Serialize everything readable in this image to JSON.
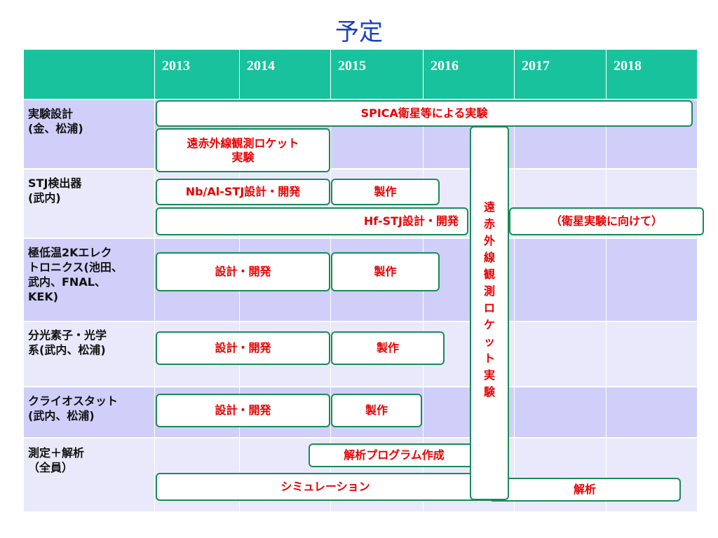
{
  "title": "予定",
  "years": [
    "2013",
    "2014",
    "2015",
    "2016",
    "2017",
    "2018"
  ],
  "rows": [
    {
      "label": "実験設計\n(金、松浦)"
    },
    {
      "label": "STJ検出器\n(武内)"
    },
    {
      "label": "極低温2Kエレク\nトロニクス(池田、\n武内、FNAL、\nKEK)"
    },
    {
      "label": "分光素子・光学\n系(武内、松浦)"
    },
    {
      "label": "クライオスタット\n(武内、松浦)"
    },
    {
      "label": "測定＋解析\n（全員）"
    }
  ],
  "bars": {
    "spica": "SPICA衛星等による実験",
    "rocket_exp": "遠赤外線観測ロケット\n実験",
    "nbal": "Nb/Al-STJ設計・開発",
    "stj_make": "製作",
    "hf": "Hf-STJ設計・開発",
    "hf_note": "（衛星実験に向けて）",
    "elec_design": "設計・開発",
    "elec_make": "製作",
    "optics_design": "設計・開発",
    "optics_make": "製作",
    "cryo_design": "設計・開発",
    "cryo_make": "製作",
    "program": "解析プログラム作成",
    "simulation": "シミュレーション",
    "analysis": "解析",
    "rocket_vertical": "遠赤外線観測ロケット実験"
  },
  "colors": {
    "header": "#18c29c",
    "row_dark": "#cfcff9",
    "row_light": "#e9e9fb",
    "bar_border": "#1a8a5a",
    "bar_text": "#e60000",
    "title": "#1a3fc4"
  }
}
